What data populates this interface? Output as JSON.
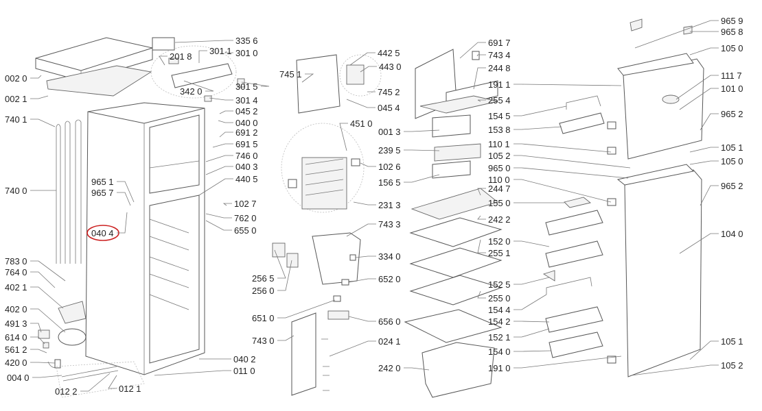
{
  "diagram": {
    "highlight_color": "#cc2222",
    "highlighted_label": "040 4",
    "labels": [
      "335 6",
      "301 0",
      "201 8",
      "301 1",
      "342 0",
      "301 5",
      "301 4",
      "045 2",
      "040 0",
      "691 2",
      "691 5",
      "746 0",
      "040 3",
      "440 5",
      "102 7",
      "762 0",
      "655 0",
      "002 0",
      "002 1",
      "740 1",
      "740 0",
      "965 1",
      "965 7",
      "040 4",
      "783 0",
      "764 0",
      "402 1",
      "402 0",
      "491 3",
      "614 0",
      "561 2",
      "420 0",
      "004 0",
      "012 2",
      "012 1",
      "745 1",
      "442 5",
      "443 0",
      "745 2",
      "045 4",
      "451 0",
      "001 3",
      "239 5",
      "102 6",
      "156 5",
      "231 3",
      "743 3",
      "334 0",
      "652 0",
      "256 5",
      "256 0",
      "651 0",
      "743 0",
      "040 2",
      "011 0",
      "656 0",
      "024 1",
      "242 0",
      "691 7",
      "743 4",
      "244 8",
      "191 1",
      "255 4",
      "154 5",
      "153 8",
      "110 1",
      "105 2",
      "965 0",
      "110 0",
      "244 7",
      "155 0",
      "242 2",
      "152 0",
      "255 1",
      "152 5",
      "255 0",
      "154 4",
      "154 2",
      "152 1",
      "154 0",
      "191 0",
      "965 9",
      "965 8",
      "105 0",
      "111 7",
      "101 0",
      "965 2",
      "105 1",
      "105 0",
      "965 2",
      "104 0",
      "105 1",
      "105 2"
    ]
  }
}
